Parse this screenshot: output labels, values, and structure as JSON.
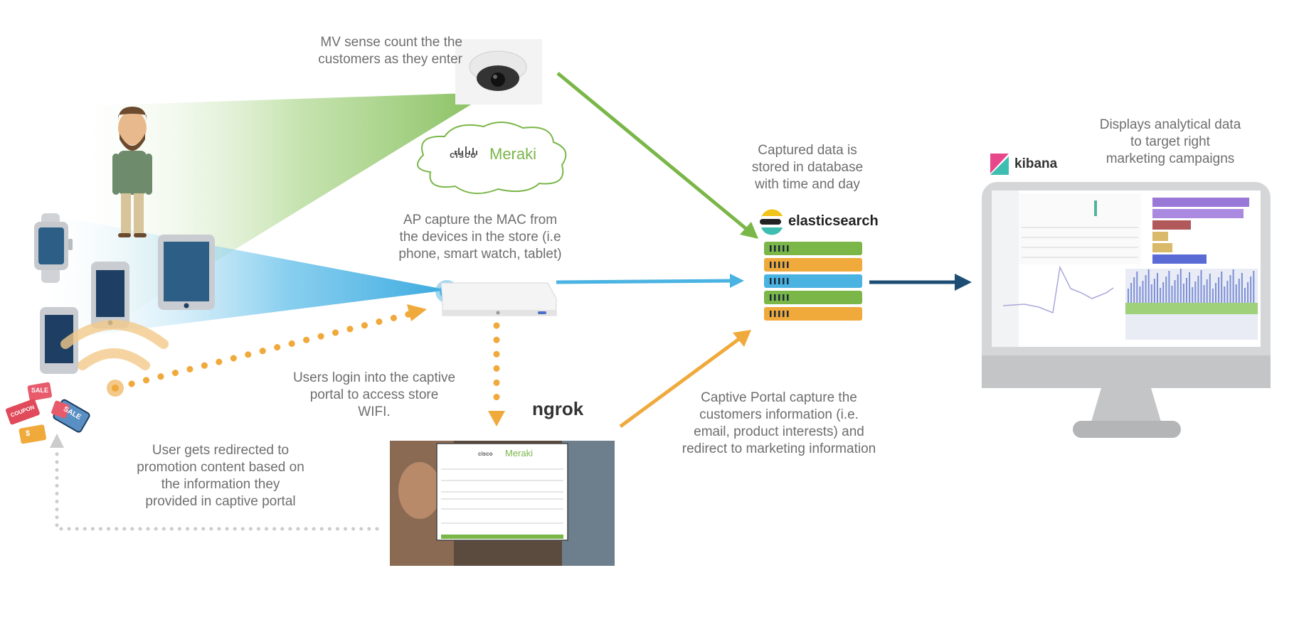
{
  "captions": {
    "mv_sense": [
      "MV sense count the the",
      "customers as they enter"
    ],
    "ap_capture": [
      "AP capture the MAC from",
      "the devices in the store (i.e",
      "phone, smart watch, tablet)"
    ],
    "captured_data": [
      "Captured data is",
      "stored in database",
      "with time and day"
    ],
    "kibana_desc": [
      "Displays analytical data",
      "to target right",
      "marketing campaigns"
    ],
    "users_login": [
      "Users login into the captive",
      "portal to access store",
      "WIFI."
    ],
    "captive_portal": [
      "Captive Portal capture the",
      "customers information (i.e.",
      "email, product interests) and",
      "redirect to marketing information"
    ],
    "redirected": [
      "User gets redirected to",
      "promotion content based on",
      "the information they",
      "provided in captive portal"
    ]
  },
  "logos": {
    "cisco": "cisco",
    "meraki": "Meraki",
    "elasticsearch": "elasticsearch",
    "kibana": "kibana",
    "ngrok": "ngrok"
  },
  "coupons": [
    "SALE",
    "COUPON",
    "SALE",
    "$"
  ],
  "colors": {
    "green": "#7ab648",
    "blue": "#4ab3e2",
    "orange": "#f0a93b",
    "navy": "#1e4d73",
    "gray_text": "#6e6e6e",
    "elastic_rows": [
      "#7ab648",
      "#f0a93b",
      "#4ab3e2",
      "#7ab648",
      "#f0a93b"
    ]
  }
}
